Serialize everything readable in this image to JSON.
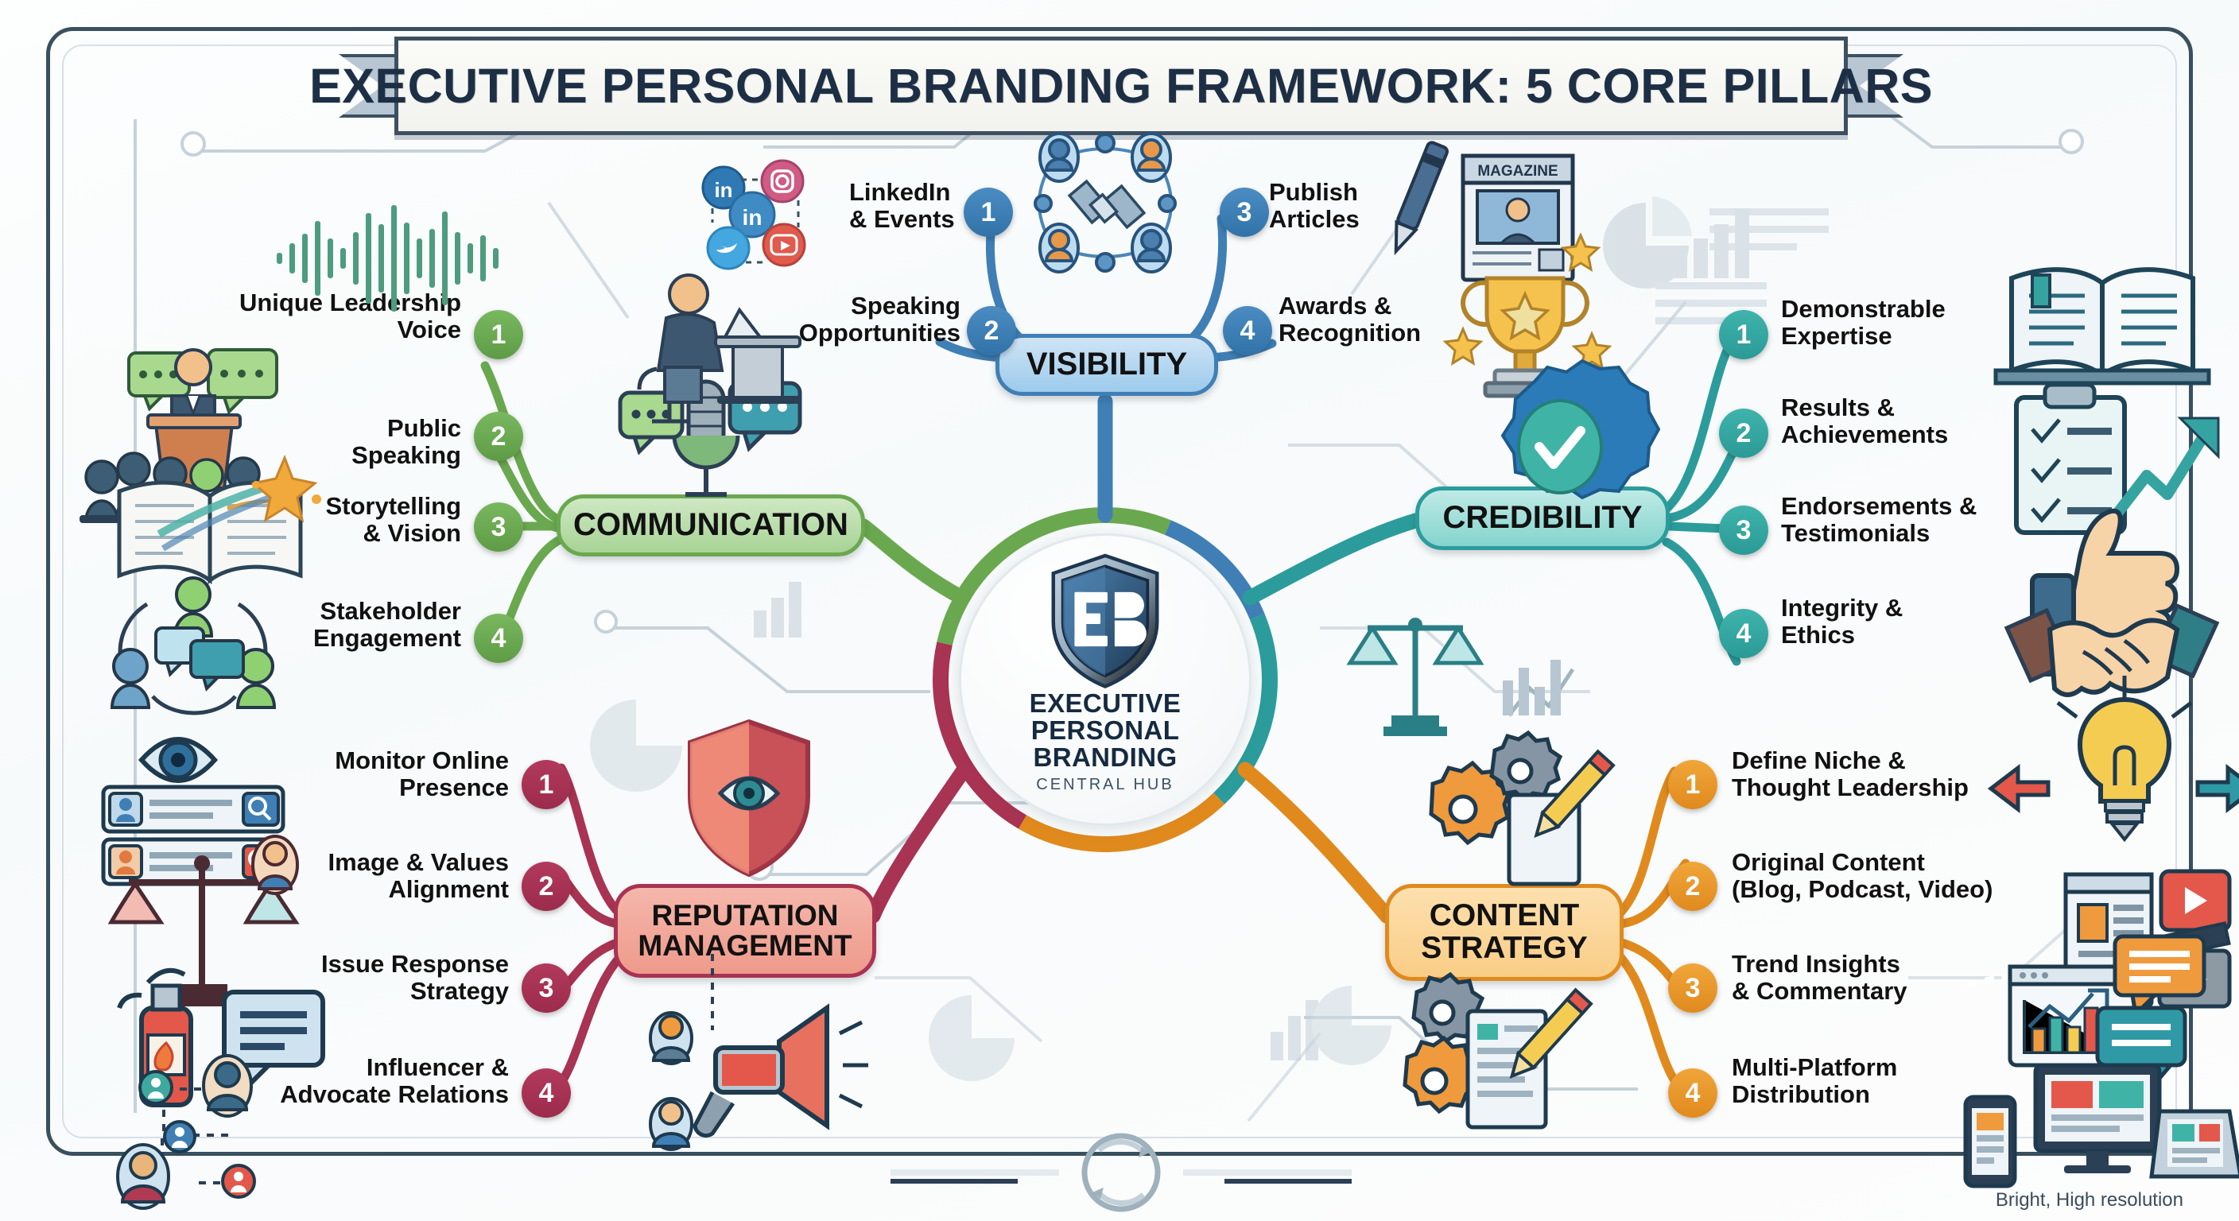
{
  "title": "EXECUTIVE PERSONAL BRANDING FRAMEWORK: 5 CORE PILLARS",
  "footer_caption": "Bright, High resolution",
  "hub": {
    "line1": "EXECUTIVE",
    "line2": "PERSONAL",
    "line3": "BRANDING",
    "subtitle": "CENTRAL HUB",
    "logo_text": "EB",
    "logo_icon": "shield-icon"
  },
  "colors": {
    "communication": "#6aa84f",
    "visibility": "#3f7fb5",
    "credibility": "#2b9c9b",
    "content_strategy": "#e08a1e",
    "reputation": "#a83352",
    "frame": "#39505e",
    "title_text": "#1d2f45"
  },
  "pillars": [
    {
      "id": "communication",
      "label": "COMMUNICATION",
      "color": "#6aa84f",
      "items": [
        {
          "num": "1",
          "text_line1": "Unique Leadership",
          "text_line2": "Voice",
          "icon": "soundwave-icon"
        },
        {
          "num": "2",
          "text_line1": "Public",
          "text_line2": "Speaking",
          "icon": "podium-speaker-icon"
        },
        {
          "num": "3",
          "text_line1": "Storytelling",
          "text_line2": "& Vision",
          "icon": "open-book-star-icon"
        },
        {
          "num": "4",
          "text_line1": "Stakeholder",
          "text_line2": "Engagement",
          "icon": "people-network-icon"
        }
      ]
    },
    {
      "id": "visibility",
      "label": "VISIBILITY",
      "color": "#3f7fb5",
      "items": [
        {
          "num": "1",
          "text_line1": "LinkedIn",
          "text_line2": "& Events",
          "icon": "social-media-icons"
        },
        {
          "num": "2",
          "text_line1": "Speaking",
          "text_line2": "Opportunities",
          "icon": "person-at-lectern-icon"
        },
        {
          "num": "3",
          "text_line1": "Publish",
          "text_line2": "Articles",
          "icon": "pen-magazine-icon"
        },
        {
          "num": "4",
          "text_line1": "Awards &",
          "text_line2": "Recognition",
          "icon": "trophy-icon"
        }
      ]
    },
    {
      "id": "credibility",
      "label": "CREDIBILITY",
      "color": "#2b9c9b",
      "items": [
        {
          "num": "1",
          "text_line1": "Demonstrable",
          "text_line2": "Expertise",
          "icon": "open-book-icon"
        },
        {
          "num": "2",
          "text_line1": "Results &",
          "text_line2": "Achievements",
          "icon": "clipboard-growth-icon"
        },
        {
          "num": "3",
          "text_line1": "Endorsements &",
          "text_line2": "Testimonials",
          "icon": "thumbs-up-icon"
        },
        {
          "num": "4",
          "text_line1": "Integrity &",
          "text_line2": "Ethics",
          "icon": "handshake-icon"
        }
      ]
    },
    {
      "id": "content_strategy",
      "label_line1": "CONTENT",
      "label_line2": "STRATEGY",
      "color": "#e08a1e",
      "items": [
        {
          "num": "1",
          "text_line1": "Define Niche &",
          "text_line2": "Thought Leadership",
          "icon": "lightbulb-arrows-icon"
        },
        {
          "num": "2",
          "text_line1": "Original Content",
          "text_line2": "(Blog, Podcast, Video)",
          "icon": "blog-video-icon"
        },
        {
          "num": "3",
          "text_line1": "Trend Insights",
          "text_line2": "& Commentary",
          "icon": "chart-comment-icon"
        },
        {
          "num": "4",
          "text_line1": "Multi-Platform",
          "text_line2": "Distribution",
          "icon": "multi-device-icon"
        }
      ]
    },
    {
      "id": "reputation",
      "label_line1": "REPUTATION",
      "label_line2": "MANAGEMENT",
      "color": "#a83352",
      "items": [
        {
          "num": "1",
          "text_line1": "Monitor Online",
          "text_line2": "Presence",
          "icon": "eye-search-icon"
        },
        {
          "num": "2",
          "text_line1": "Image & Values",
          "text_line2": "Alignment",
          "icon": "scales-balance-icon"
        },
        {
          "num": "3",
          "text_line1": "Issue Response",
          "text_line2": "Strategy",
          "icon": "fire-extinguisher-icon"
        },
        {
          "num": "4",
          "text_line1": "Influencer &",
          "text_line2": "Advocate Relations",
          "icon": "influencer-network-icon"
        }
      ]
    }
  ],
  "decor": {
    "center_bottom_icon": "refresh-cycle-icon",
    "shield_eye_icon": "shield-eye-icon",
    "verified_badge_icon": "verified-check-icon",
    "megaphone_icon": "megaphone-icon",
    "gears_pencil_icon": "gears-pencil-icon",
    "microphone_chat_icon": "microphone-chat-icon",
    "network_satellite_icon": "network-satellite-icon",
    "scales_icon": "scales-icon",
    "bar_chart_icon": "bar-chart-icon"
  }
}
